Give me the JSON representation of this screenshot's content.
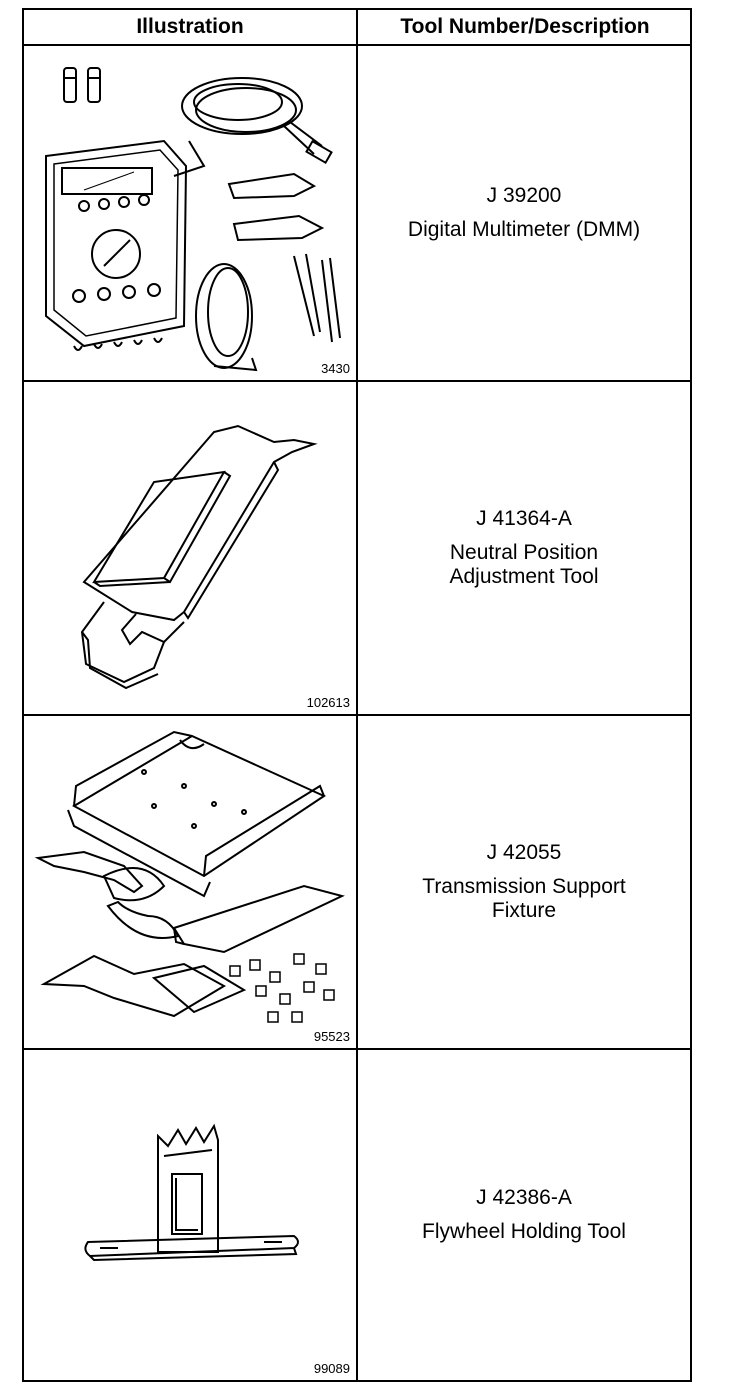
{
  "table": {
    "headers": {
      "illustration": "Illustration",
      "description": "Tool Number/Description"
    },
    "rows": [
      {
        "figure_no": "3430",
        "tool_number": "J 39200",
        "description_lines": [
          "Digital Multimeter (DMM)"
        ],
        "icon": "digital-multimeter-icon"
      },
      {
        "figure_no": "102613",
        "tool_number": "J 41364-A",
        "description_lines": [
          "Neutral Position",
          "Adjustment Tool"
        ],
        "icon": "neutral-position-tool-icon"
      },
      {
        "figure_no": "95523",
        "tool_number": "J 42055",
        "description_lines": [
          "Transmission Support",
          "Fixture"
        ],
        "icon": "transmission-fixture-icon"
      },
      {
        "figure_no": "99089",
        "tool_number": "J 42386-A",
        "description_lines": [
          "Flywheel Holding Tool"
        ],
        "icon": "flywheel-holding-tool-icon"
      }
    ]
  }
}
